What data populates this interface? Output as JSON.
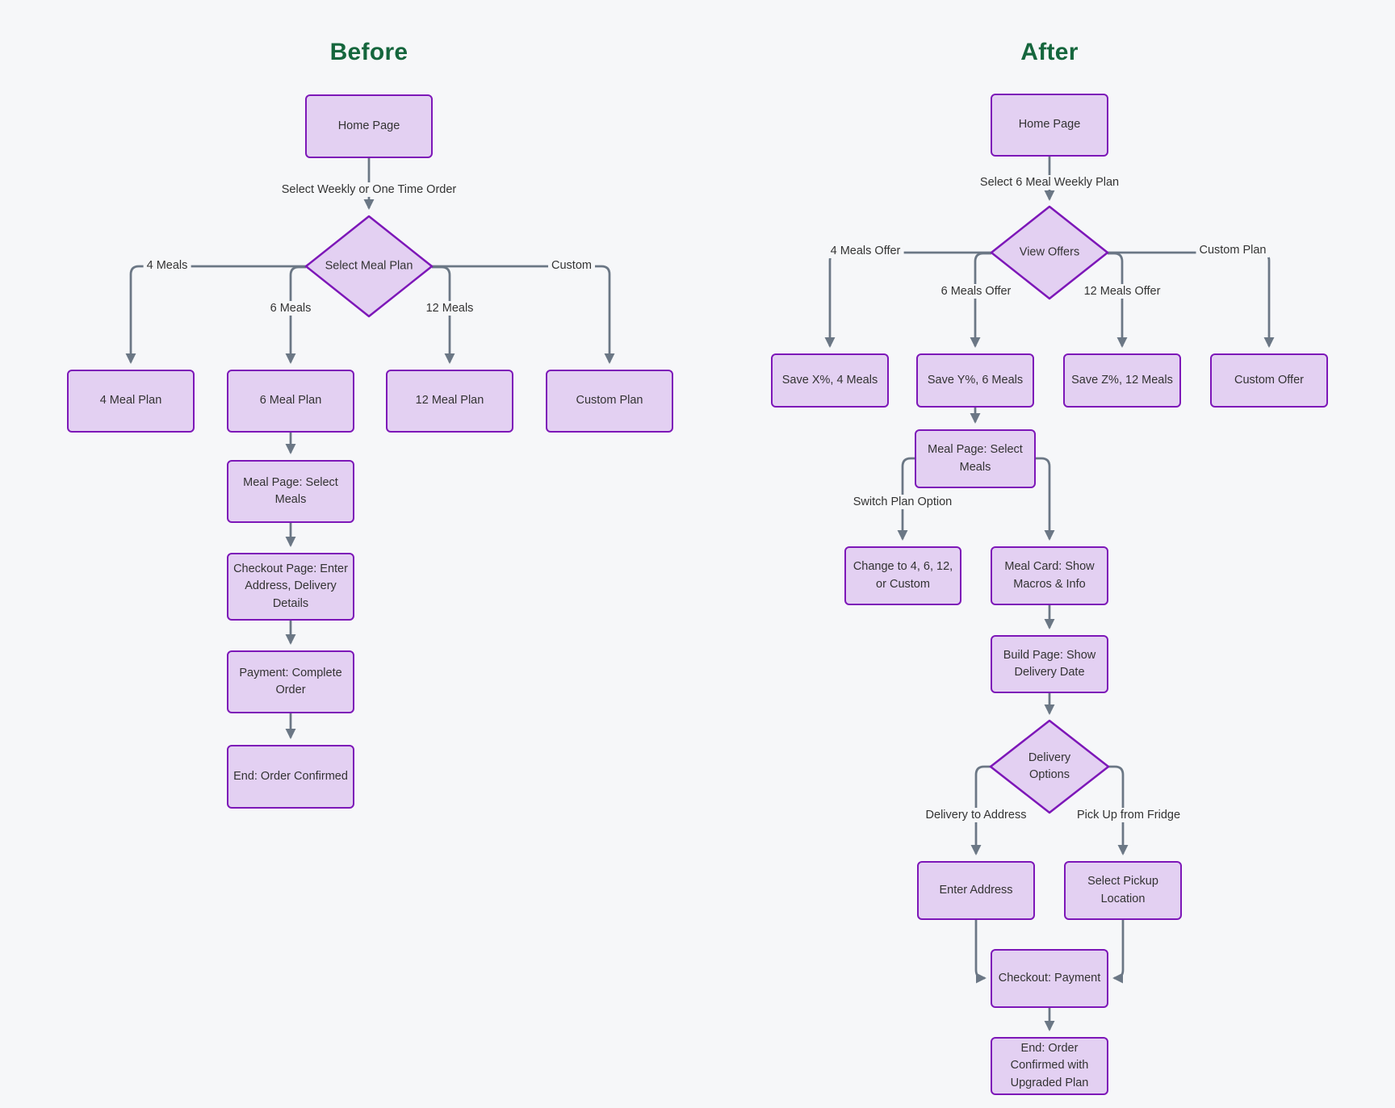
{
  "diagram": {
    "before": {
      "title": "Before",
      "nodes": {
        "home": "Home Page",
        "decision": "Select Meal Plan",
        "plan_4": "4 Meal Plan",
        "plan_6": "6 Meal Plan",
        "plan_12": "12 Meal Plan",
        "plan_custom": "Custom Plan",
        "meal_page": "Meal Page: Select Meals",
        "checkout_page": "Checkout Page: Enter Address, Delivery Details",
        "payment": "Payment: Complete Order",
        "end": "End: Order Confirmed"
      },
      "edge_labels": {
        "select_order_type": "Select Weekly or One Time Order",
        "meals_4": "4 Meals",
        "meals_6": "6 Meals",
        "meals_12": "12 Meals",
        "custom": "Custom"
      }
    },
    "after": {
      "title": "After",
      "nodes": {
        "home": "Home Page",
        "decision_offers": "View Offers",
        "offer_4": "Save X%, 4 Meals",
        "offer_6": "Save Y%, 6 Meals",
        "offer_12": "Save Z%, 12 Meals",
        "offer_custom": "Custom Offer",
        "meal_page": "Meal Page: Select Meals",
        "change_plan": "Change to 4, 6, 12, or Custom",
        "meal_card": "Meal Card: Show Macros & Info",
        "build_page": "Build Page: Show Delivery Date",
        "decision_delivery": "Delivery Options",
        "enter_address": "Enter Address",
        "pickup_location": "Select Pickup Location",
        "checkout": "Checkout: Payment",
        "end": "End: Order Confirmed with Upgraded Plan"
      },
      "edge_labels": {
        "select_plan": "Select 6 Meal Weekly Plan",
        "offer_4": "4 Meals Offer",
        "offer_6": "6 Meals Offer",
        "offer_12": "12 Meals Offer",
        "custom_plan": "Custom Plan",
        "switch_plan": "Switch Plan Option",
        "delivery_address": "Delivery to Address",
        "pickup_fridge": "Pick Up from Fridge"
      }
    },
    "colors": {
      "background": "#f6f7f9",
      "node_fill": "#e3d0f2",
      "node_border": "#7d17b8",
      "edge": "#6b7785",
      "title": "#15663d",
      "text": "#333333"
    }
  }
}
